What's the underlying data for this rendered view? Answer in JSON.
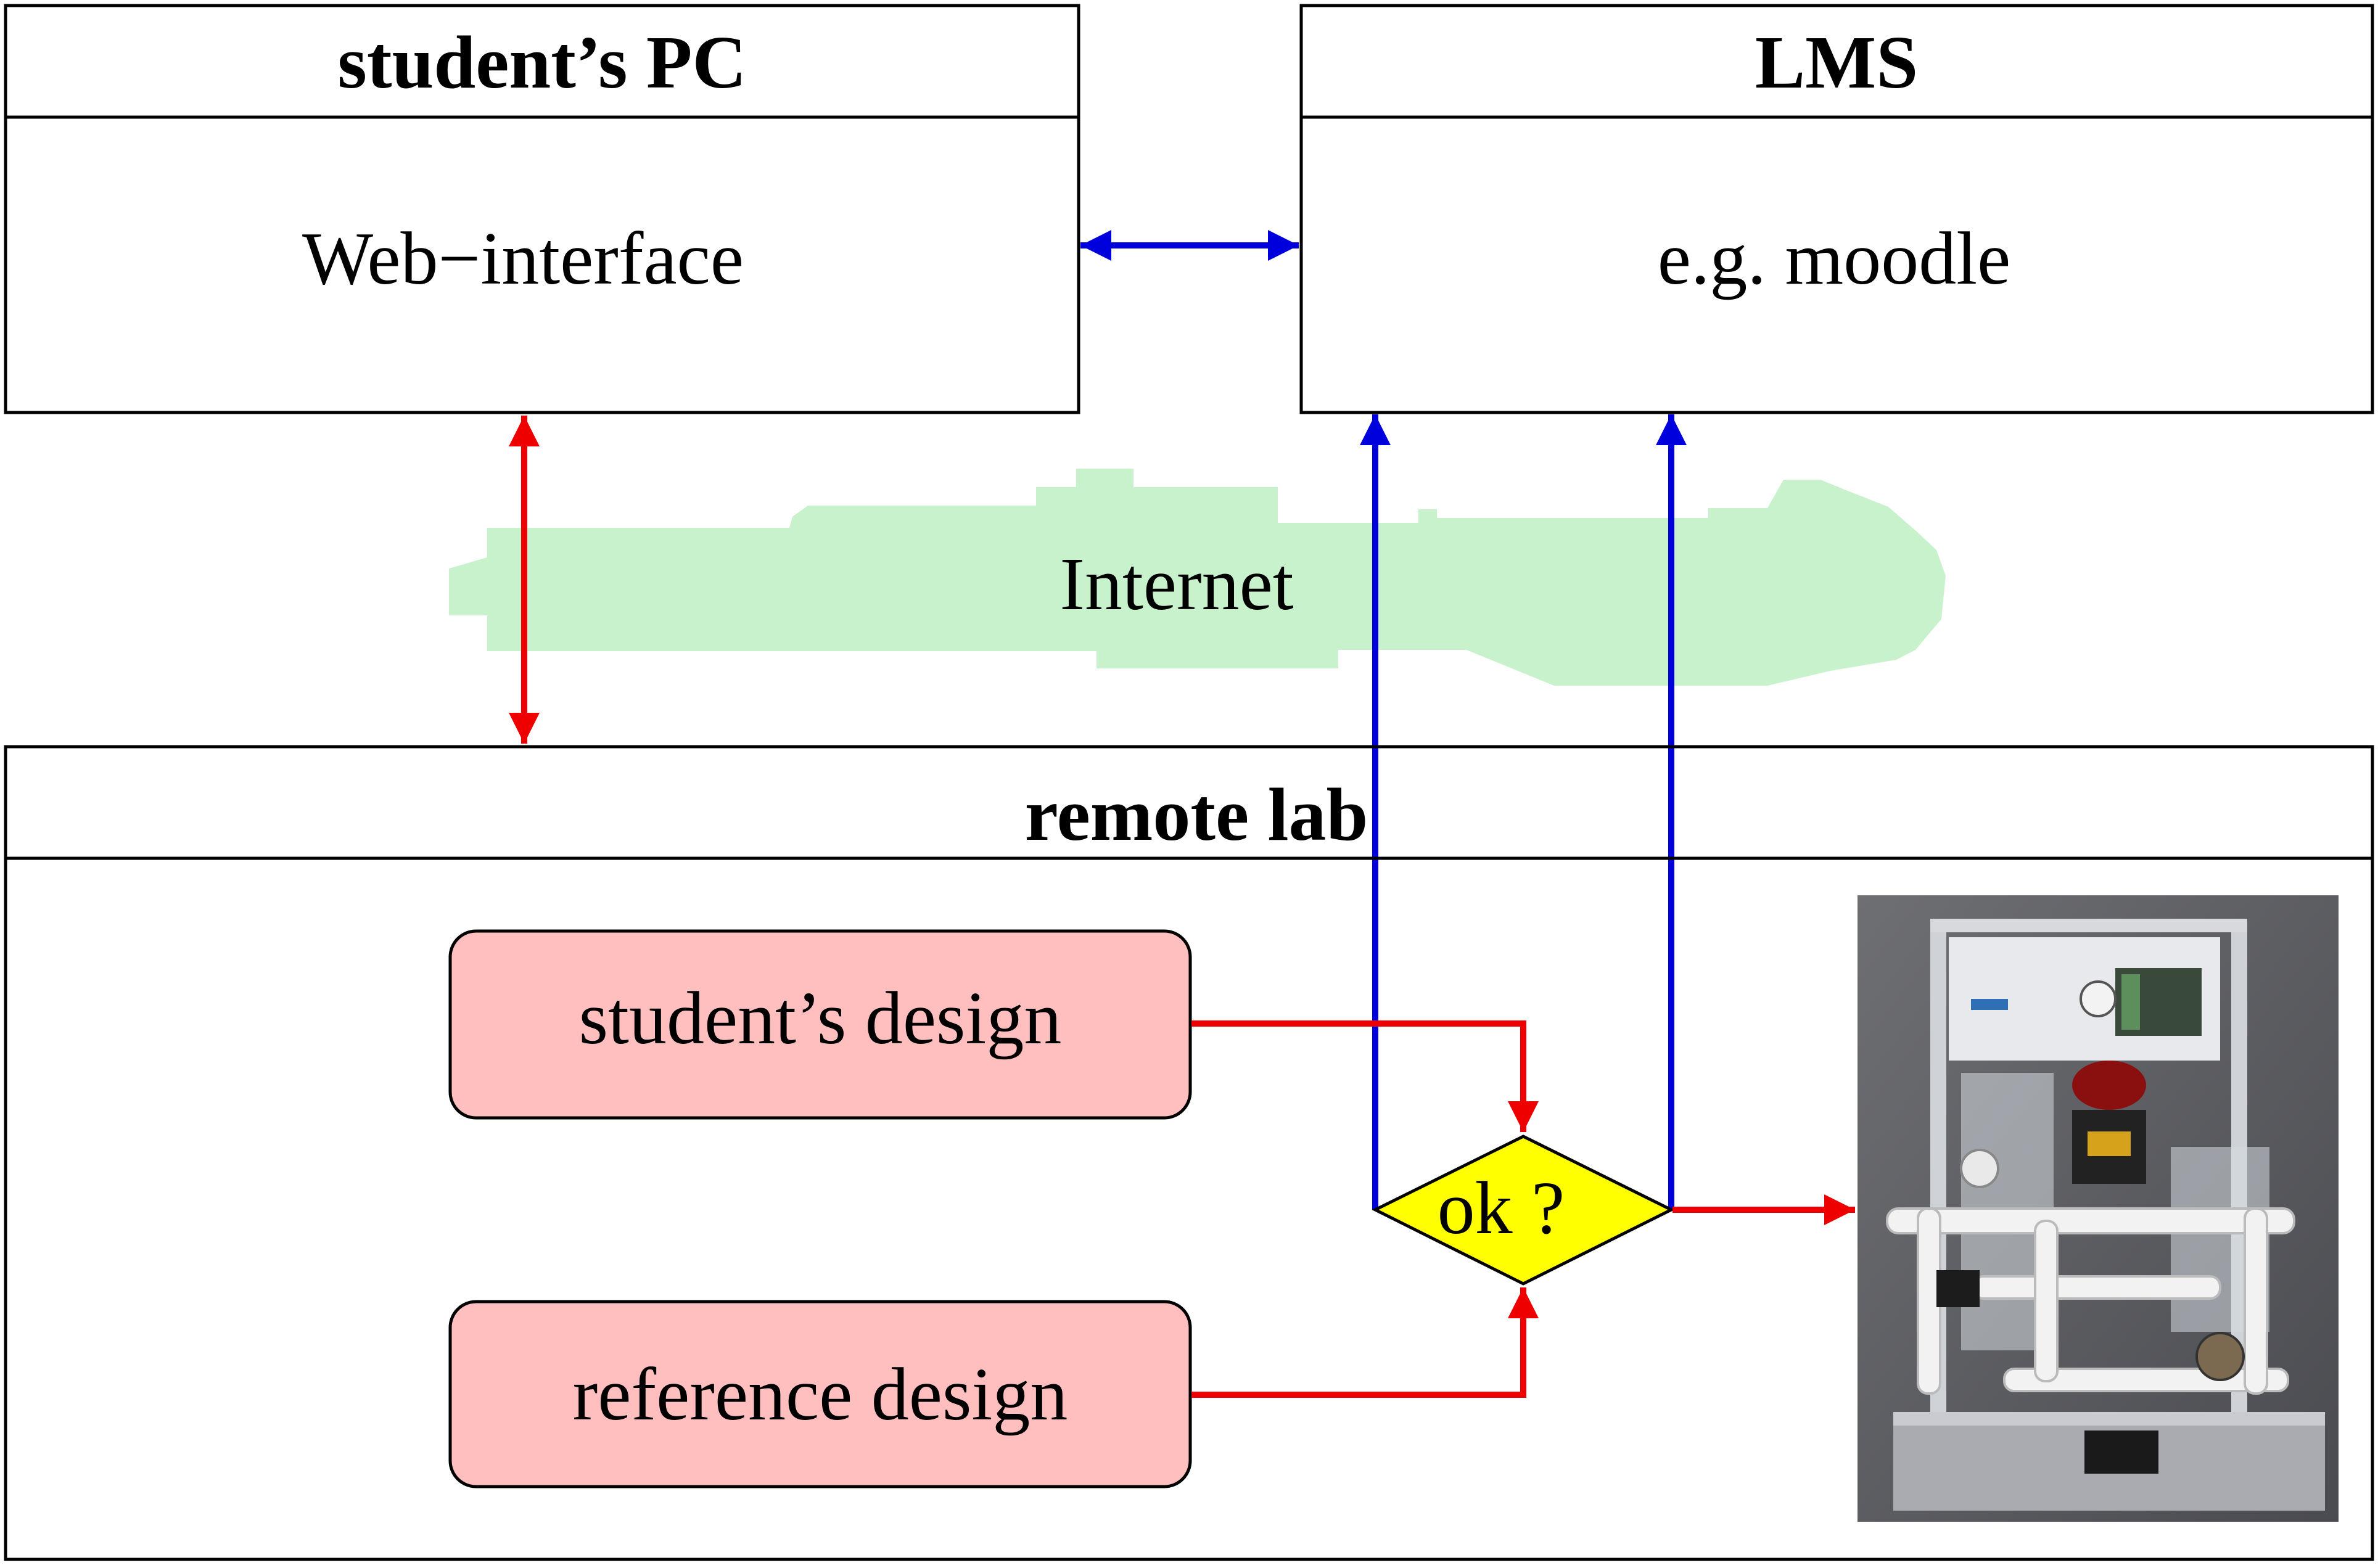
{
  "students_pc": {
    "title": "student’s PC",
    "content": "Web−interface"
  },
  "lms": {
    "title": "LMS",
    "content": "e.g. moodle"
  },
  "internet": {
    "label": "Internet"
  },
  "remote_lab": {
    "title": "remote lab",
    "students_design": "student’s design",
    "reference_design": "reference design",
    "decision": "ok ?"
  },
  "colors": {
    "box_border": "#000000",
    "arrow_red": "#ee0000",
    "arrow_blue": "#0000dd",
    "cloud_fill": "#c8f2cc",
    "design_fill": "#ffbfbf",
    "decision_fill": "#ffff00"
  },
  "icons": {
    "lab_photo": "process-plant-photo-icon"
  }
}
